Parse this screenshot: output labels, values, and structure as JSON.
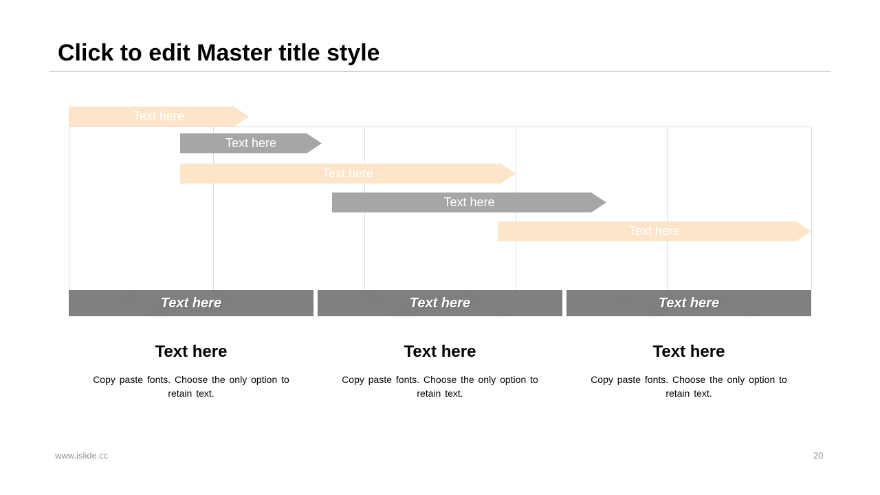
{
  "header": {
    "title": "Click to edit Master title style"
  },
  "colors": {
    "peach": "#FCE5C8",
    "agray": "#A6A6A6",
    "pgray": "#7F7F7F",
    "line": "#DCDCDC",
    "ftext": "#959595"
  },
  "timeline": {
    "bars": [
      {
        "label": "Text here",
        "style": "peach"
      },
      {
        "label": "Text here",
        "style": "gray"
      },
      {
        "label": "Text here",
        "style": "peach"
      },
      {
        "label": "Text here",
        "style": "gray"
      },
      {
        "label": "Text here",
        "style": "peach"
      }
    ],
    "phases": [
      {
        "label": "Text here"
      },
      {
        "label": "Text here"
      },
      {
        "label": "Text here"
      }
    ]
  },
  "columns": [
    {
      "heading": "Text here",
      "body": "Copy paste fonts. Choose the only option to retain text."
    },
    {
      "heading": "Text here",
      "body": "Copy paste fonts. Choose the only option to retain text."
    },
    {
      "heading": "Text here",
      "body": "Copy paste fonts. Choose the only option to retain text."
    }
  ],
  "footer": {
    "url": "www.islide.cc",
    "page": "20"
  }
}
